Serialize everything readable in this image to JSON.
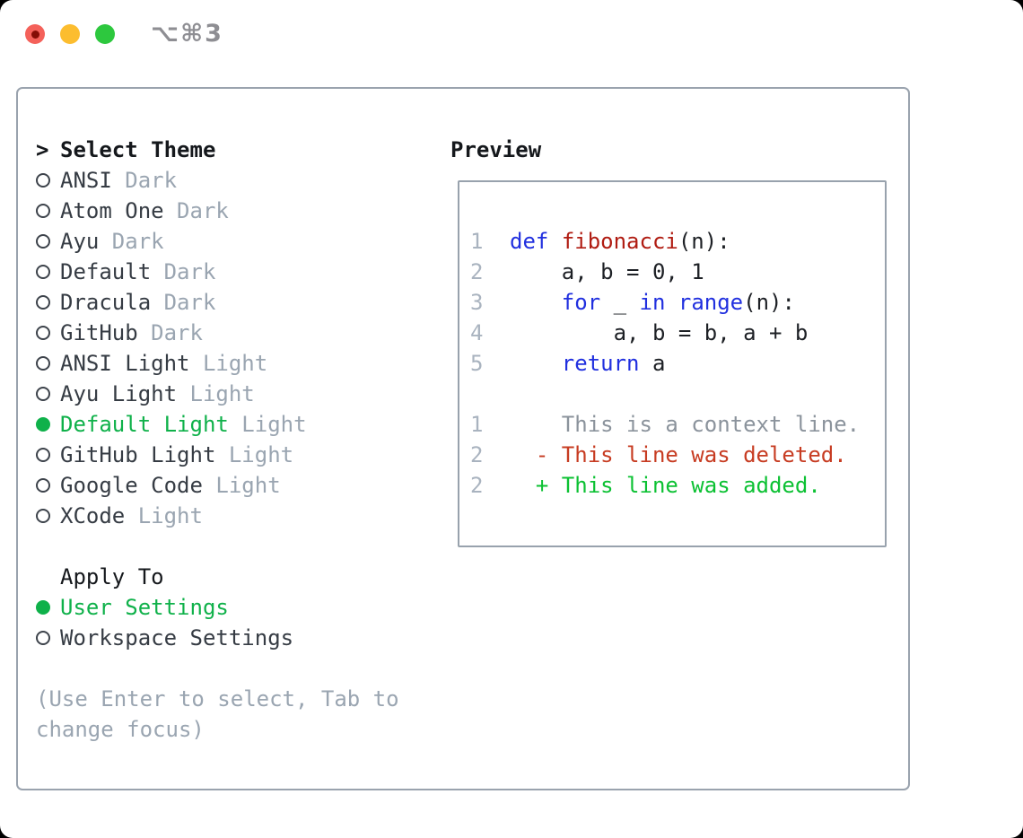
{
  "colors": {
    "accent_green": "#0fb14a",
    "keyword_blue": "#2130df",
    "function_red": "#b01c12",
    "deleted_red": "#c73c22",
    "added_green": "#0cc133",
    "context_gray": "#8b939c",
    "muted_gray": "#9aa5b1",
    "traffic_red": "#f4615a",
    "traffic_yellow": "#fcbd2f",
    "traffic_green": "#2dc83e"
  },
  "window": {
    "title": "⌥⌘3"
  },
  "theme_list": {
    "cursor": ">",
    "header": "Select Theme",
    "items": [
      {
        "name": "ANSI",
        "variant": "Dark",
        "selected": false
      },
      {
        "name": "Atom One",
        "variant": "Dark",
        "selected": false
      },
      {
        "name": "Ayu",
        "variant": "Dark",
        "selected": false
      },
      {
        "name": "Default",
        "variant": "Dark",
        "selected": false
      },
      {
        "name": "Dracula",
        "variant": "Dark",
        "selected": false
      },
      {
        "name": "GitHub",
        "variant": "Dark",
        "selected": false
      },
      {
        "name": "ANSI Light",
        "variant": "Light",
        "selected": false
      },
      {
        "name": "Ayu Light",
        "variant": "Light",
        "selected": false
      },
      {
        "name": "Default Light",
        "variant": "Light",
        "selected": true
      },
      {
        "name": "GitHub Light",
        "variant": "Light",
        "selected": false
      },
      {
        "name": "Google Code",
        "variant": "Light",
        "selected": false
      },
      {
        "name": "XCode",
        "variant": "Light",
        "selected": false
      }
    ]
  },
  "apply_to": {
    "header": "Apply To",
    "options": [
      {
        "label": "User Settings",
        "selected": true
      },
      {
        "label": "Workspace Settings",
        "selected": false
      }
    ]
  },
  "help": {
    "lines": [
      "(Use Enter to select, Tab to",
      "change focus)"
    ]
  },
  "preview": {
    "header": "Preview",
    "code_lines": [
      {
        "num": "1",
        "tokens": [
          {
            "text": "def",
            "type": "keyword"
          },
          {
            "text": " ",
            "type": "plain"
          },
          {
            "text": "fibonacci",
            "type": "function"
          },
          {
            "text": "(n):",
            "type": "plain"
          }
        ]
      },
      {
        "num": "2",
        "tokens": [
          {
            "text": "    a, b = 0, 1",
            "type": "plain"
          }
        ]
      },
      {
        "num": "3",
        "tokens": [
          {
            "text": "    ",
            "type": "plain"
          },
          {
            "text": "for",
            "type": "keyword"
          },
          {
            "text": " _ ",
            "type": "plain"
          },
          {
            "text": "in",
            "type": "keyword"
          },
          {
            "text": " ",
            "type": "plain"
          },
          {
            "text": "range",
            "type": "keyword"
          },
          {
            "text": "(n):",
            "type": "plain"
          }
        ]
      },
      {
        "num": "4",
        "tokens": [
          {
            "text": "        a, b = b, a + b",
            "type": "plain"
          }
        ]
      },
      {
        "num": "5",
        "tokens": [
          {
            "text": "    ",
            "type": "plain"
          },
          {
            "text": "return",
            "type": "keyword"
          },
          {
            "text": " a",
            "type": "plain"
          }
        ]
      },
      {
        "num": "",
        "tokens": []
      },
      {
        "num": "1",
        "tokens": [
          {
            "text": "    This is a context line.",
            "type": "context"
          }
        ]
      },
      {
        "num": "2",
        "tokens": [
          {
            "text": "  - This line was deleted.",
            "type": "deleted"
          }
        ]
      },
      {
        "num": "2",
        "tokens": [
          {
            "text": "  + This line was added.",
            "type": "added"
          }
        ]
      }
    ]
  }
}
